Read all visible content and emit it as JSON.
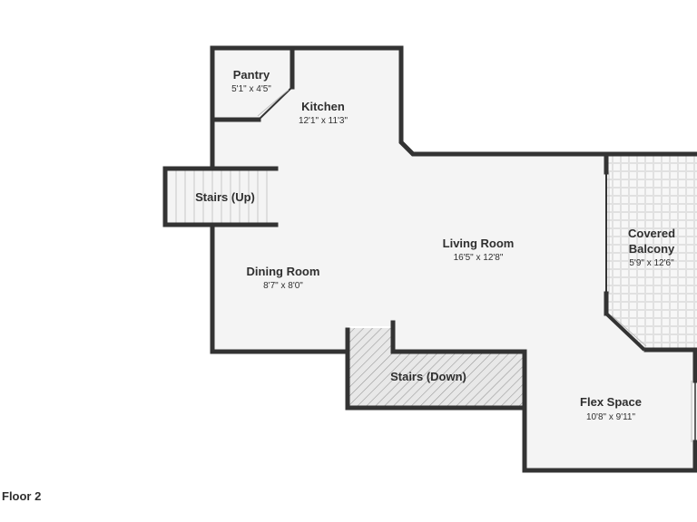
{
  "floor_label": "Floor 2",
  "rooms": {
    "pantry": {
      "name": "Pantry",
      "dims": "5'1\" x 4'5\""
    },
    "kitchen": {
      "name": "Kitchen",
      "dims": "12'1\" x 11'3\""
    },
    "stairs_up": {
      "name": "Stairs (Up)"
    },
    "dining": {
      "name": "Dining Room",
      "dims": "8'7\" x 8'0\""
    },
    "living": {
      "name": "Living Room",
      "dims": "16'5\" x 12'8\""
    },
    "balcony": {
      "name_line1": "Covered",
      "name_line2": "Balcony",
      "dims": "5'9\" x 12'6\""
    },
    "stairs_down": {
      "name": "Stairs (Down)"
    },
    "flex": {
      "name": "Flex Space",
      "dims": "10'8\" x 9'11\""
    }
  },
  "colors": {
    "wall": "#333333",
    "floor": "#f4f4f4",
    "text": "#2f2f2f"
  }
}
